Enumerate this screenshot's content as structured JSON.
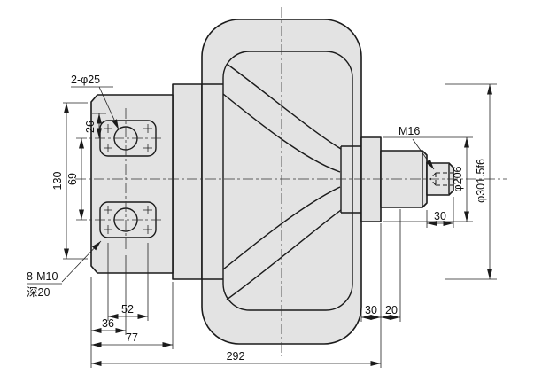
{
  "drawing": {
    "callouts": {
      "ports": "2-φ25",
      "bolts": "8-M10",
      "bolts_depth": "深20",
      "thread": "M16"
    },
    "dimensions": {
      "d26": "26",
      "d69": "69",
      "d130": "130",
      "d52": "52",
      "d36": "36",
      "d77": "77",
      "d292": "292",
      "d30_step": "30",
      "d20": "20",
      "d30_shaft": "30",
      "dia206": "φ206",
      "dia301": "φ301.5f6"
    },
    "colors": {
      "line": "#1b1b1b",
      "part_fill": "#e3e3e3",
      "background": "#ffffff"
    }
  }
}
